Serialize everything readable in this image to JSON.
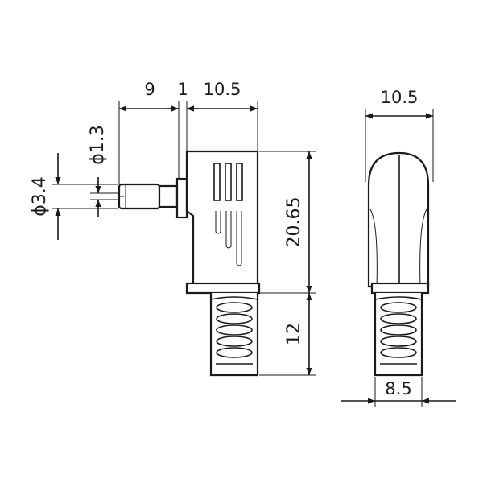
{
  "dimensions": {
    "side_tip_length": "9",
    "side_collar": "1",
    "side_body_width": "10.5",
    "side_pin_diameter": "ϕ1.3",
    "side_outer_diameter": "ϕ3.4",
    "side_body_height": "20.65",
    "side_strain_relief": "12",
    "front_body_width": "10.5",
    "front_strain_relief_width": "8.5"
  },
  "colors": {
    "line": "#1a1a1a",
    "background": "#ffffff"
  }
}
